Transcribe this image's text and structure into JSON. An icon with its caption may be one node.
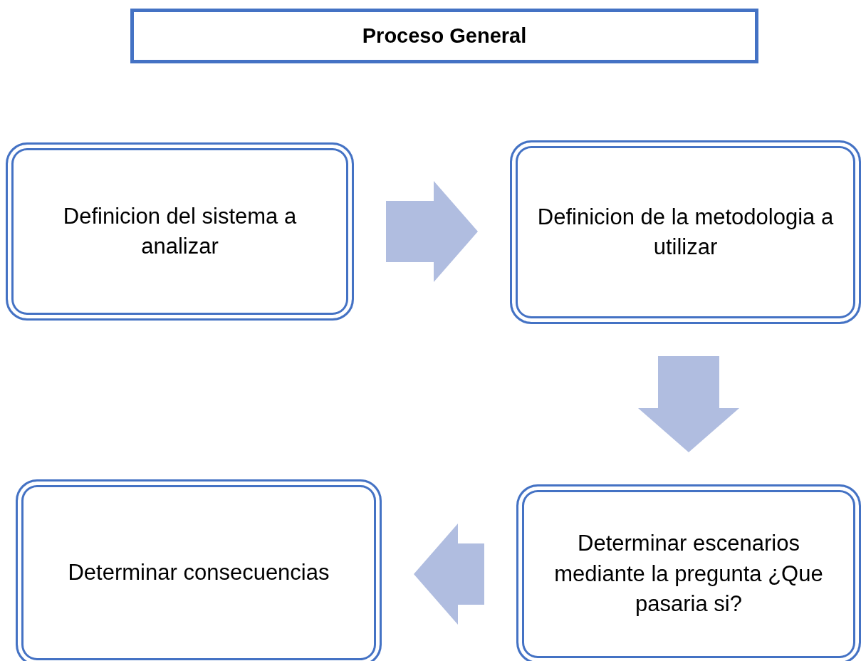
{
  "diagram": {
    "title": "Proceso General",
    "nodes": [
      {
        "text": [
          "Definicion del sistema a analizar"
        ]
      },
      {
        "text": [
          "Definicion de la metodologia a utilizar"
        ]
      },
      {
        "text": [
          "Determinar escenarios mediante la pregunta ¿Que pasaria si?"
        ]
      },
      {
        "text": [
          "Determinar consecuencias"
        ]
      }
    ],
    "edges": [
      {
        "from": 0,
        "to": 1,
        "arrow": "to"
      },
      {
        "from": 1,
        "to": 2,
        "arrow": "to"
      },
      {
        "from": 2,
        "to": 3,
        "arrow": "to"
      }
    ]
  }
}
